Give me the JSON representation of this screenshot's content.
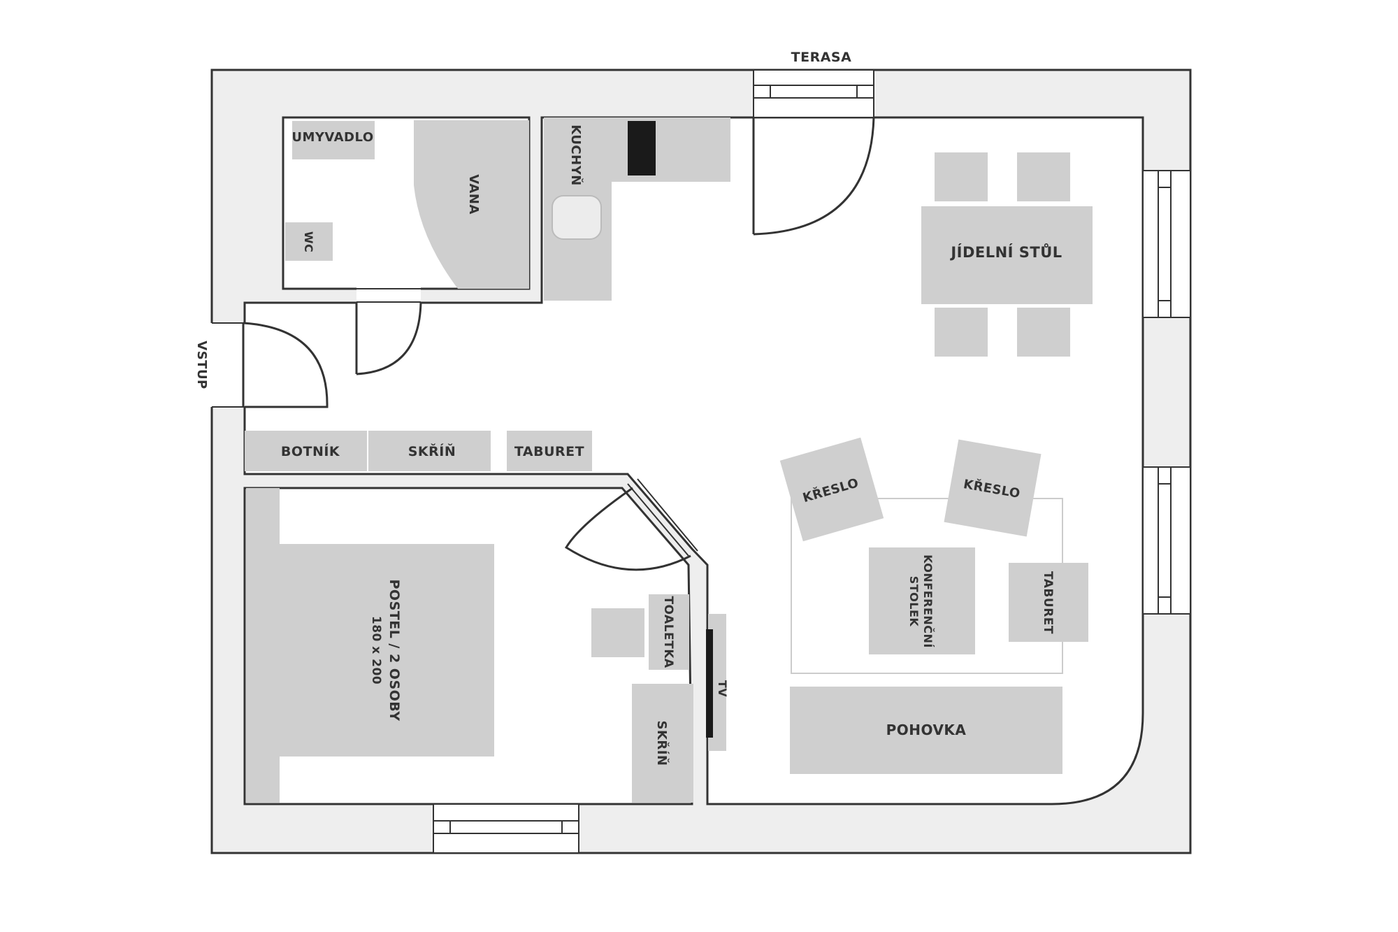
{
  "labels": {
    "terasa": "TERASA",
    "vstup": "VSTUP",
    "umyvadlo": "UMYVADLO",
    "wc": "WC",
    "vana": "VANA",
    "kuchyn": "KUCHYŇ",
    "jidelni_stul": "JÍDELNÍ STŮL",
    "botnik": "BOTNÍK",
    "skrin_hall": "SKŘÍŇ",
    "taburet_hall": "TABURET",
    "kreslo_1": "KŘESLO",
    "kreslo_2": "KŘESLO",
    "konferencni_line1": "KONFERENČNÍ",
    "konferencni_line2": "STOLEK",
    "taburet_living": "TABURET",
    "postel_line1": "POSTEL / 2 OSOBY",
    "postel_line2": "180 x 200",
    "toaletka": "TOALETKA",
    "tv": "TV",
    "skrin_bedroom": "SKŘÍŇ",
    "pohovka": "POHOVKA"
  },
  "colors": {
    "wall_fill": "#eeeeee",
    "furniture": "#cfcfcf",
    "line": "#333333",
    "dark_appliance": "#1a1a1a"
  }
}
